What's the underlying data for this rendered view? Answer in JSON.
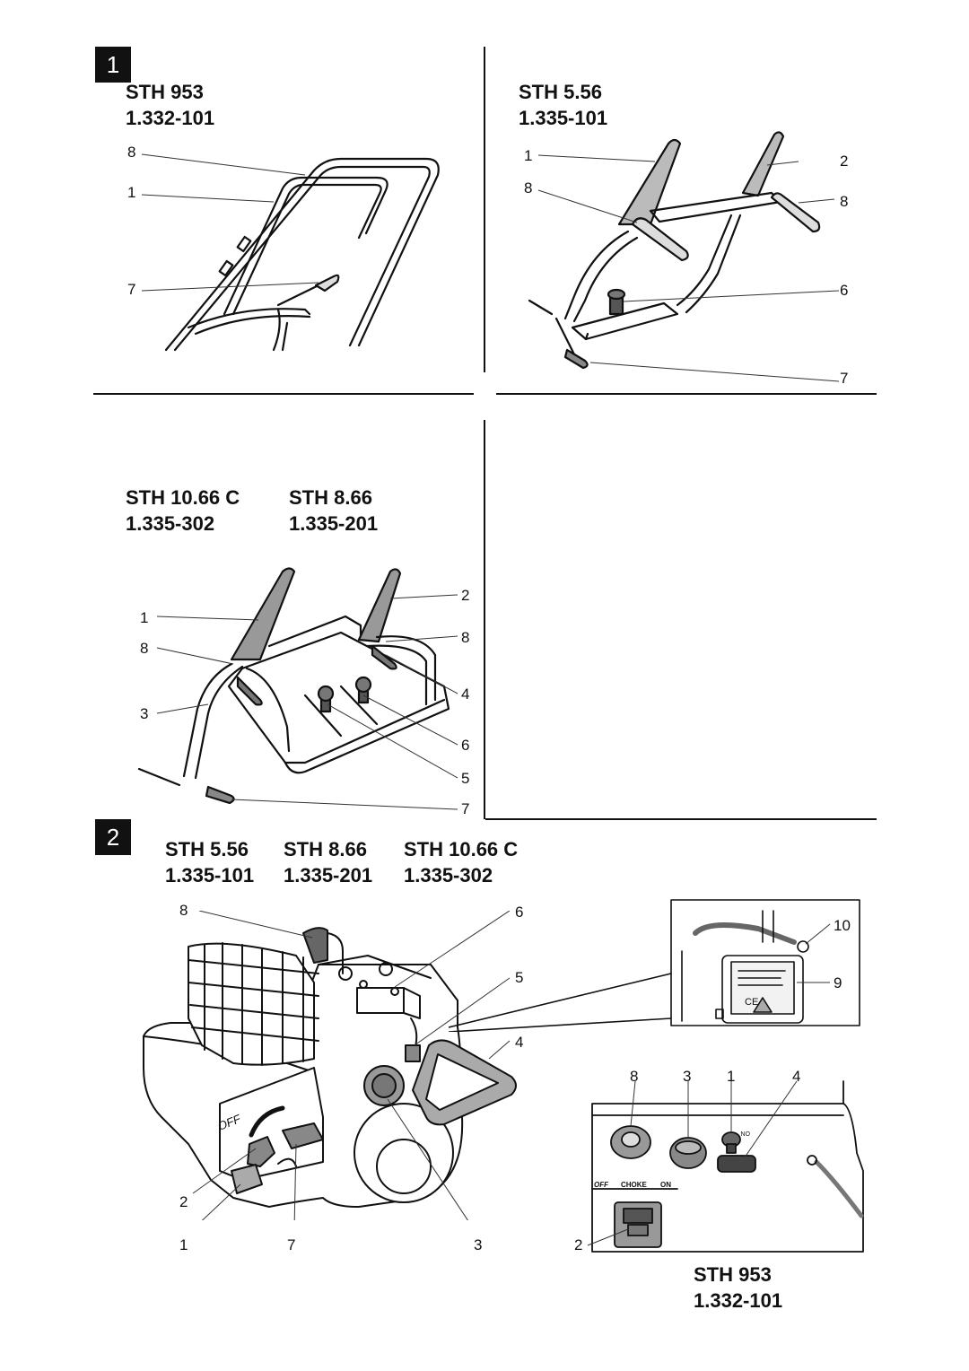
{
  "figure1": {
    "number": "1",
    "panel_a": {
      "model": "STH 953",
      "part": "1.332-101",
      "callouts": [
        "8",
        "1",
        "7"
      ]
    },
    "panel_b": {
      "model": "STH 5.56",
      "part": "1.335-101",
      "callouts": [
        "1",
        "2",
        "8",
        "8",
        "6",
        "7"
      ]
    },
    "panel_c": {
      "model_a": "STH 10.66 C",
      "part_a": "1.335-302",
      "model_b": "STH 8.66",
      "part_b": "1.335-201",
      "callouts": [
        "2",
        "1",
        "8",
        "8",
        "4",
        "3",
        "6",
        "5",
        "7"
      ]
    }
  },
  "figure2": {
    "number": "2",
    "models": [
      {
        "model": "STH 5.56",
        "part": "1.335-101"
      },
      {
        "model": "STH 8.66",
        "part": "1.335-201"
      },
      {
        "model": "STH 10.66 C",
        "part": "1.335-302"
      }
    ],
    "engine_callouts": [
      "8",
      "6",
      "5",
      "4",
      "2",
      "1",
      "7",
      "3"
    ],
    "engine_dial_label": "OFF",
    "inset_callouts": [
      "10",
      "9"
    ],
    "panel_callouts": [
      "8",
      "3",
      "1",
      "4",
      "2"
    ],
    "panel_label_off": "OFF",
    "panel_label_choke": "CHOKE",
    "panel_label_on": "ON",
    "key_label": "ON",
    "sth953": {
      "model": "STH 953",
      "part": "1.332-101"
    }
  }
}
